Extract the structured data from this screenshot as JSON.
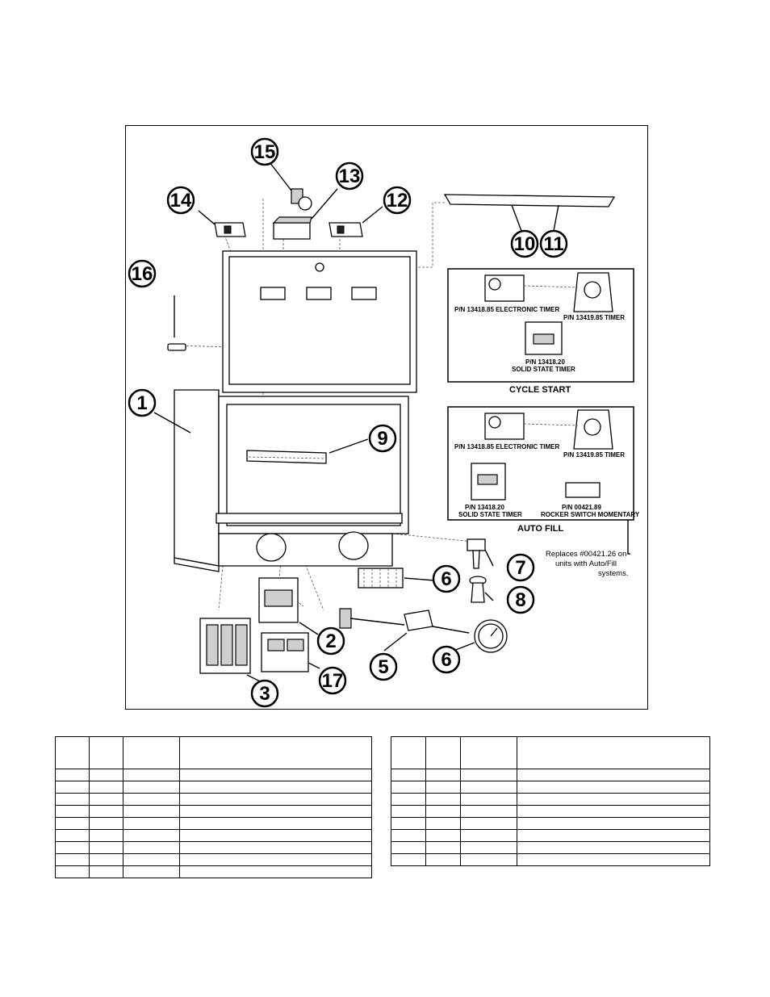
{
  "diagram": {
    "callouts": [
      "1",
      "2",
      "3",
      "5",
      "6",
      "6",
      "7",
      "8",
      "9",
      "10",
      "11",
      "12",
      "13",
      "14",
      "15",
      "16",
      "17"
    ],
    "cycle_start_box": {
      "title": "CYCLE START",
      "electronic_timer": "P/N 13418.85 ELECTRONIC TIMER",
      "timer": "P/N 13419.85 TIMER",
      "solid_state_pn": "P/N 13418.20",
      "solid_state_label": "SOLID STATE TIMER"
    },
    "auto_fill_box": {
      "title": "AUTO FILL",
      "electronic_timer": "P/N 13418.85 ELECTRONIC TIMER",
      "timer": "P/N 13419.85 TIMER",
      "solid_state_pn": "P/N 13418.20",
      "solid_state_label": "SOLID STATE TIMER",
      "rocker_pn": "P/N 00421.89",
      "rocker_label": "ROCKER SWITCH MOMENTARY"
    },
    "replaces_note": [
      "Replaces #00421.26 on",
      "units with Auto/Fill",
      "systems."
    ]
  },
  "tables": {
    "left_rows": 9,
    "right_rows": 8
  }
}
